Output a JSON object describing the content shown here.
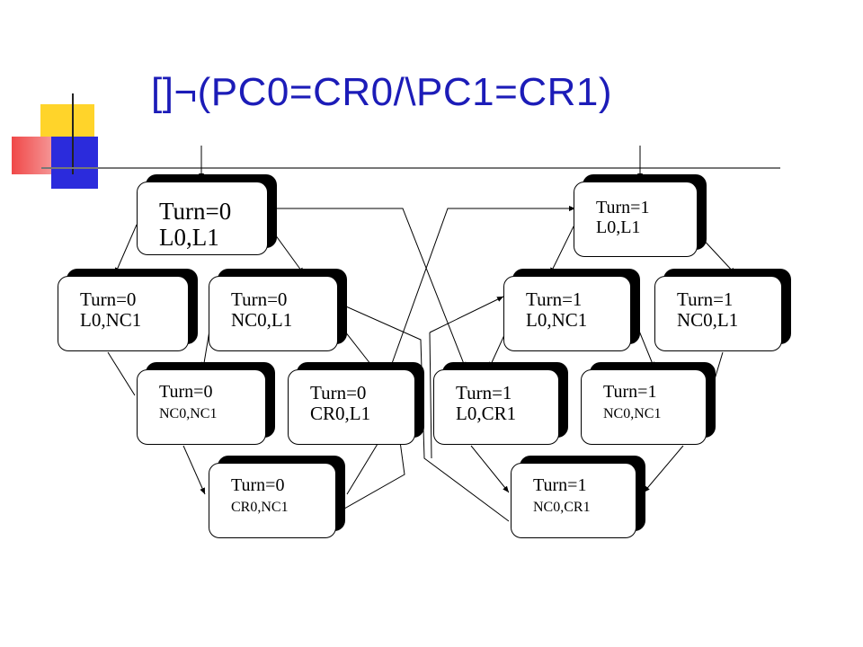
{
  "title": "[]¬(PC0=CR0/\\PC1=CR1)",
  "colors": {
    "title": "#1c1cb8",
    "deco_yellow": "#ffd42a",
    "deco_red": "#f04848",
    "deco_blue": "#2b2bdc"
  },
  "nodes": [
    {
      "id": "t0-l0-l1",
      "line1": "Turn=0",
      "line2": "L0,L1"
    },
    {
      "id": "t1-l0-l1",
      "line1": "Turn=1",
      "line2": "L0,L1"
    },
    {
      "id": "t0-l0-nc1",
      "line1": "Turn=0",
      "line2": "L0,NC1"
    },
    {
      "id": "t0-nc0-l1",
      "line1": "Turn=0",
      "line2": "NC0,L1"
    },
    {
      "id": "t1-l0-nc1",
      "line1": "Turn=1",
      "line2": "L0,NC1"
    },
    {
      "id": "t1-nc0-l1",
      "line1": "Turn=1",
      "line2": "NC0,L1"
    },
    {
      "id": "t0-nc0-nc1",
      "line1": "Turn=0",
      "line2": "NC0,NC1"
    },
    {
      "id": "t0-cr0-l1",
      "line1": "Turn=0",
      "line2": "CR0,L1"
    },
    {
      "id": "t1-l0-cr1",
      "line1": "Turn=1",
      "line2": "L0,CR1"
    },
    {
      "id": "t1-nc0-nc1",
      "line1": "Turn=1",
      "line2": "NC0,NC1"
    },
    {
      "id": "t0-cr0-nc1",
      "line1": "Turn=0",
      "line2": "CR0,NC1"
    },
    {
      "id": "t1-nc0-cr1",
      "line1": "Turn=1",
      "line2": "NC0,CR1"
    }
  ]
}
